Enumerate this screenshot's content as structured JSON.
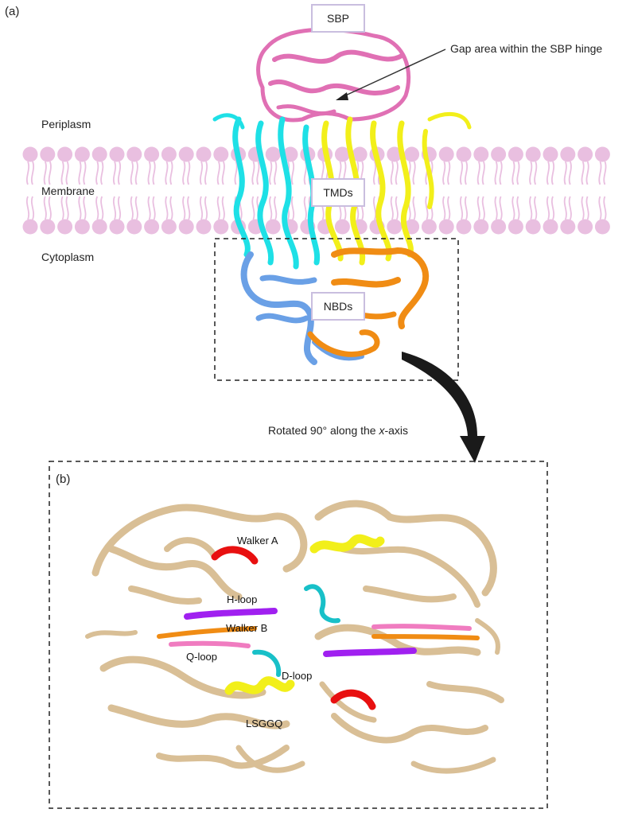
{
  "panel_a": {
    "tag": "(a)",
    "regions": {
      "periplasm": "Periplasm",
      "membrane": "Membrane",
      "cytoplasm": "Cytoplasm"
    },
    "domains": {
      "sbp": "SBP",
      "tmds": "TMDs",
      "nbds": "NBDs"
    },
    "annotation": "Gap area within the SBP hinge",
    "colors": {
      "sbp": "#e070b4",
      "tmd_left": "#1ee0e6",
      "tmd_right": "#f2ef1a",
      "nbd_left": "#6aa0e6",
      "nbd_right": "#f08c14",
      "membrane": "#e9bfe0"
    }
  },
  "transition": {
    "prefix": "Rotated 90° along the ",
    "axis": "x",
    "suffix": "-axis"
  },
  "panel_b": {
    "tag": "(b)",
    "motifs": {
      "walker_a": "Walker A",
      "h_loop": "H-loop",
      "walker_b": "Walker B",
      "q_loop": "Q-loop",
      "d_loop": "D-loop",
      "lsggq": "LSGGQ"
    },
    "colors": {
      "backbone": "#d9bf96",
      "walker_a": "#e81010",
      "h_loop": "#a020f0",
      "walker_b": "#f08c14",
      "q_loop": "#f07cc0",
      "d_loop": "#18c0c8",
      "lsggq": "#f2ef1a"
    }
  }
}
